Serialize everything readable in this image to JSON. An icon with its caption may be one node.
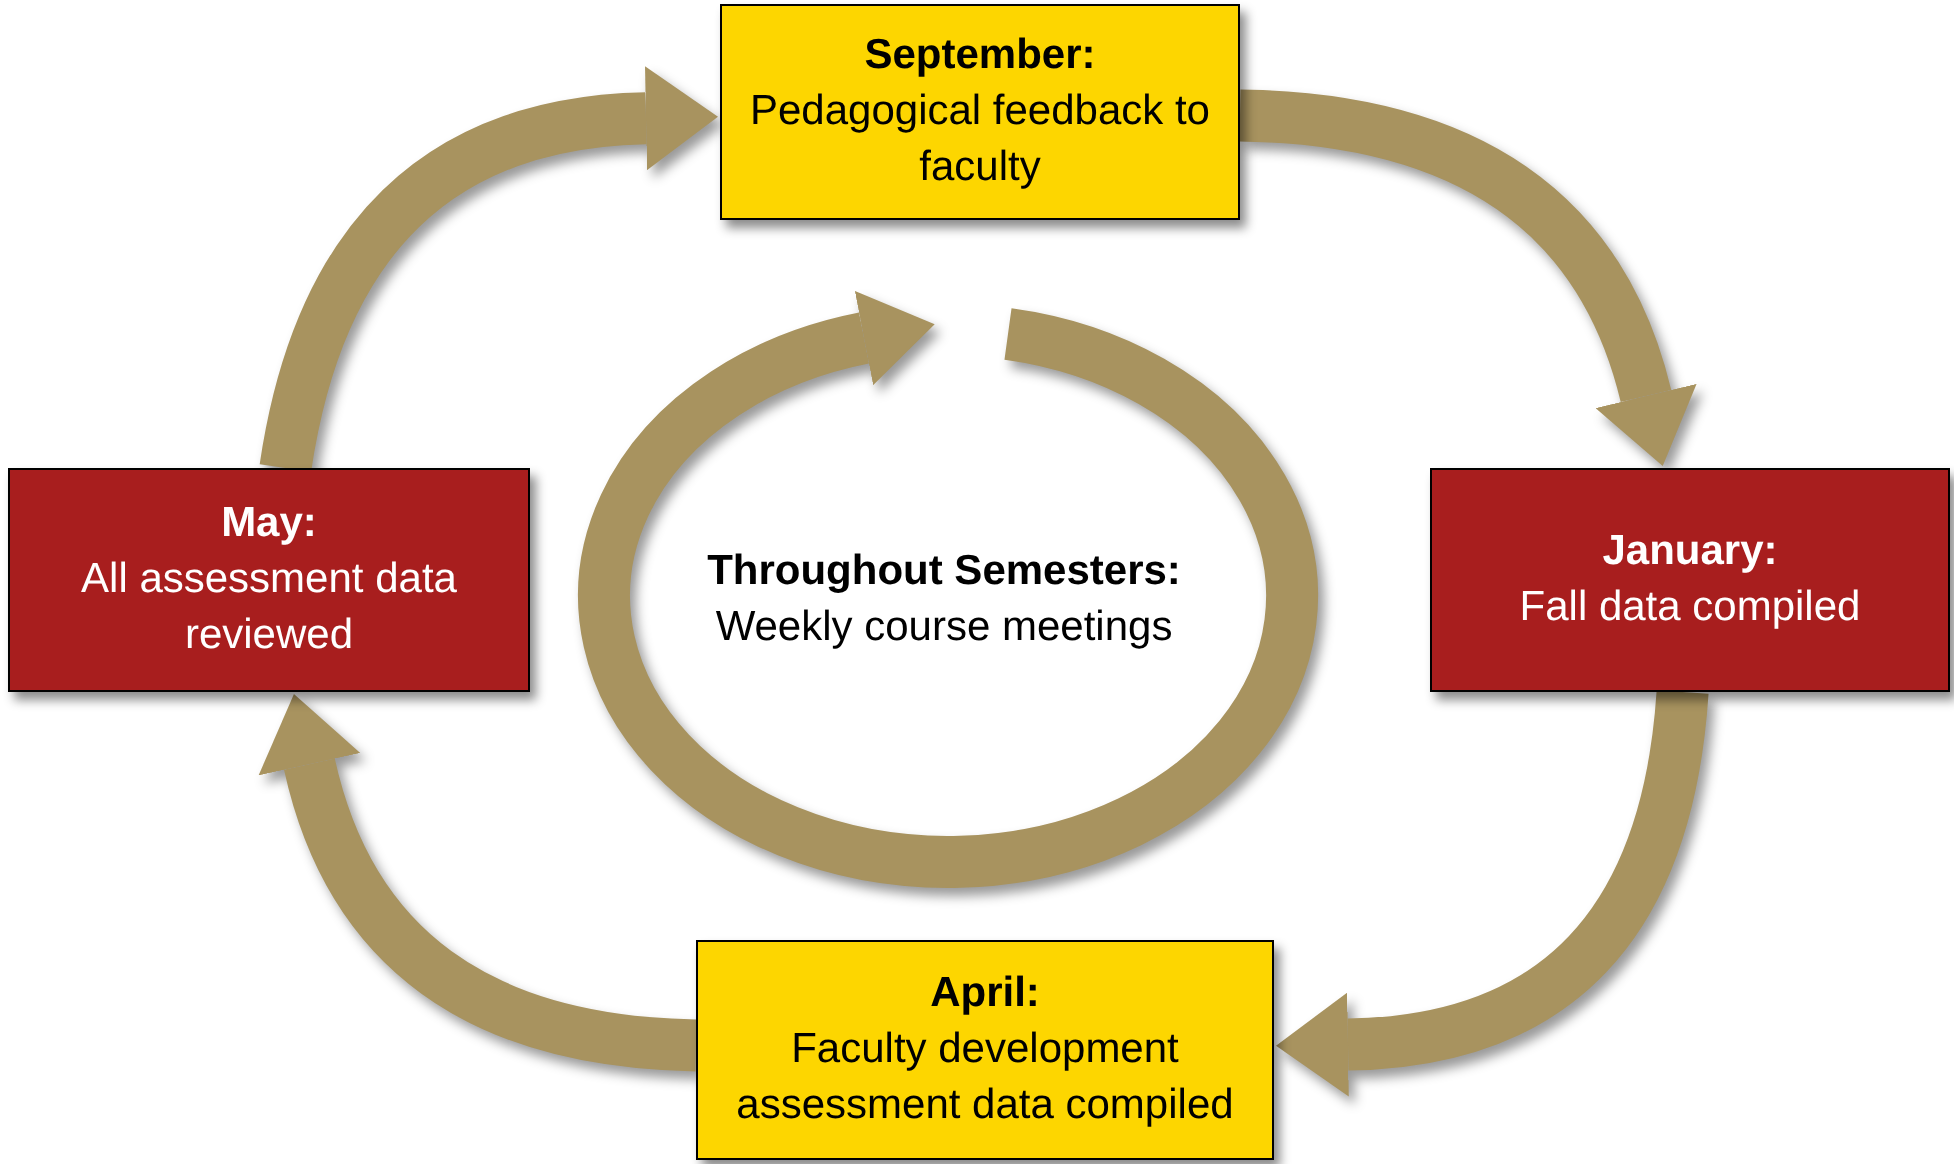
{
  "diagram": {
    "nodes": [
      {
        "text": [
          "September:",
          "Pedagogical feedback to faculty"
        ]
      },
      {
        "text": [
          "January:",
          "Fall data compiled"
        ]
      },
      {
        "text": [
          "April:",
          "Faculty development assessment data compiled"
        ]
      },
      {
        "text": [
          "May:",
          "All assessment data reviewed"
        ]
      },
      {
        "text": [
          "Throughout Semesters:",
          "Weekly course meetings"
        ]
      }
    ],
    "edges": [
      {
        "from": 3,
        "to": 0,
        "arrow": "to"
      },
      {
        "from": 0,
        "to": 1,
        "arrow": "to"
      },
      {
        "from": 1,
        "to": 2,
        "arrow": "to"
      },
      {
        "from": 2,
        "to": 3,
        "arrow": "to"
      }
    ]
  }
}
